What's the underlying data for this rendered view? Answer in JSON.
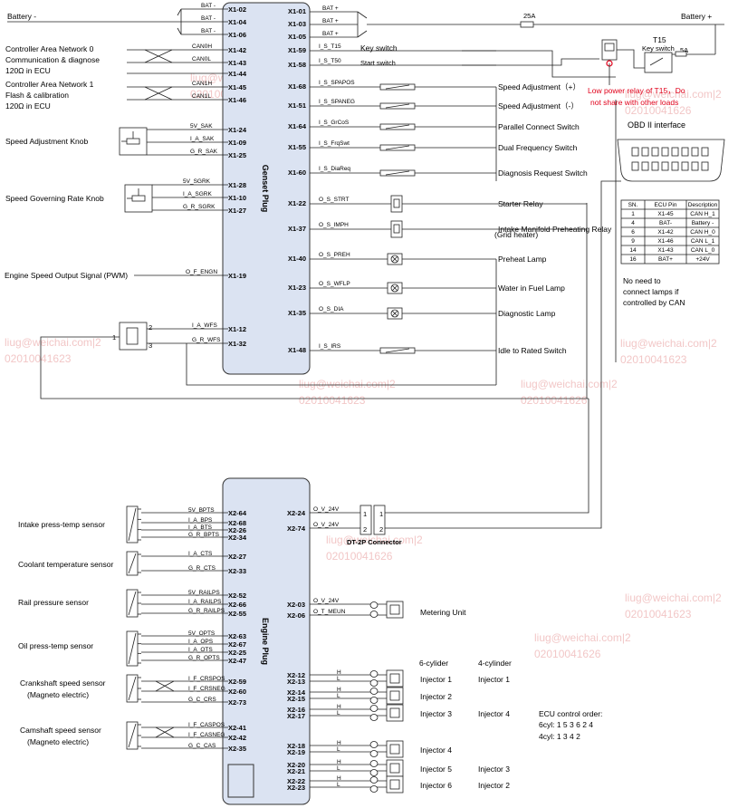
{
  "colors": {
    "plug_fill": "#dbe3f2",
    "wire": "#1f1f1f",
    "warning_red": "#e0001a",
    "watermark": "#f2c7c7"
  },
  "battery": {
    "left_label": "Battery -",
    "right_label": "Battery +",
    "fuse_label": "25A",
    "fuse2_label": "5A"
  },
  "top_left_pins": [
    {
      "signal": "BAT -",
      "pin": "X1-02"
    },
    {
      "signal": "BAT -",
      "pin": "X1-04"
    },
    {
      "signal": "BAT -",
      "pin": "X1-06"
    }
  ],
  "top_right_pins": [
    {
      "pin": "X1-01",
      "signal": "BAT +"
    },
    {
      "pin": "X1-03",
      "signal": "BAT +"
    },
    {
      "pin": "X1-05",
      "signal": "BAT +"
    }
  ],
  "can0": {
    "lines": [
      "Controller Area Network 0",
      "Communication & diagnose",
      "120Ω  in  ECU"
    ],
    "pins": [
      {
        "signal": "CAN0H",
        "pin": "X1-42"
      },
      {
        "signal": "CAN0L",
        "pin": "X1-43"
      },
      {
        "signal": "",
        "pin": "X1-44"
      }
    ]
  },
  "can1": {
    "lines": [
      "Controller Area Network 1",
      "Flash & calibration",
      "120Ω  in  ECU"
    ],
    "pins": [
      {
        "signal": "CAN1H",
        "pin": "X1-45"
      },
      {
        "signal": "CAN1L",
        "pin": "X1-46"
      }
    ]
  },
  "speed_knob": {
    "label": "Speed Adjustment Knob",
    "pins": [
      {
        "signal": "5V_SAK",
        "pin": "X1-24"
      },
      {
        "signal": "I_A_SAK",
        "pin": "X1-09"
      },
      {
        "signal": "G_R_SAK",
        "pin": "X1-25"
      }
    ]
  },
  "governing_knob": {
    "label": "Speed Governing Rate Knob",
    "pins": [
      {
        "signal": "5V_SGRK",
        "pin": "X1-28"
      },
      {
        "signal": "I_A_SGRK",
        "pin": "X1-10"
      },
      {
        "signal": "G_R_SGRK",
        "pin": "X1-27"
      }
    ]
  },
  "engine_speed_out": {
    "label": "Engine Speed Output Signal (PWM)",
    "signal": "O_F_ENGN",
    "pin": "X1-19"
  },
  "wfs": {
    "pins": [
      {
        "signal": "I_A_WFS",
        "pin": "X1-12",
        "num": "2"
      },
      {
        "signal": "G_R_WFS",
        "pin": "X1-32",
        "num": "3"
      }
    ],
    "num1": "1"
  },
  "genset_plug_title": "Genset   Plug",
  "engine_plug_title": "Engine   Plug",
  "genset_right": [
    {
      "pin": "X1-59",
      "signal": "I_S_T15",
      "label": "Key switch"
    },
    {
      "pin": "X1-58",
      "signal": "I_S_T50",
      "label": "Start switch"
    },
    {
      "pin": "X1-68",
      "signal": "I_S_SPAPOS",
      "label": "Speed Adjustment（+）"
    },
    {
      "pin": "X1-51",
      "signal": "I_S_SPANEG",
      "label": "Speed Adjustment（-）"
    },
    {
      "pin": "X1-64",
      "signal": "I_S_GrCoS",
      "label": "Parallel Connect Switch"
    },
    {
      "pin": "X1-55",
      "signal": "I_S_FrqSwt",
      "label": "Dual Frequency Switch"
    },
    {
      "pin": "X1-60",
      "signal": "I_S_DiaReq",
      "label": "Diagnosis Request Switch"
    },
    {
      "pin": "X1-22",
      "signal": "O_S_STRT",
      "label": "Starter Relay"
    },
    {
      "pin": "X1-37",
      "signal": "O_S_IMPH",
      "label": "Intake Manifold Preheating Relay",
      "label2": "(Grid heater)"
    },
    {
      "pin": "X1-40",
      "signal": "O_S_PREH",
      "label": "Preheat Lamp"
    },
    {
      "pin": "X1-23",
      "signal": "O_S_WFLP",
      "label": "Water in Fuel Lamp"
    },
    {
      "pin": "X1-35",
      "signal": "O_S_DIA",
      "label": "Diagnostic Lamp"
    },
    {
      "pin": "X1-48",
      "signal": "I_S_IRS",
      "label": "Idle to Rated Switch"
    }
  ],
  "t15": {
    "title": "T15",
    "subtitle": "Key switch",
    "warning_line1": "Low power relay of  T15，Do",
    "warning_line2": "not share with other loads"
  },
  "obd": {
    "title": "OBD II interface",
    "table_headers": [
      "SN.",
      "ECU Pin",
      "Description"
    ],
    "table_rows": [
      [
        "1",
        "X1-45",
        "CAN H_1"
      ],
      [
        "4",
        "BAT-",
        "Battery -"
      ],
      [
        "6",
        "X1-42",
        "CAN H_0"
      ],
      [
        "9",
        "X1-46",
        "CAN L_1"
      ],
      [
        "14",
        "X1-43",
        "CAN L_0"
      ],
      [
        "16",
        "BAT+",
        "+24V"
      ]
    ],
    "note": [
      "No need to",
      "connect lamps if",
      "controlled by CAN"
    ]
  },
  "engine_left_groups": [
    {
      "label": "Intake press-temp sensor",
      "pins": [
        {
          "signal": "5V_BPTS",
          "pin": "X2-64"
        },
        {
          "signal": "I_A_BPS",
          "pin": "X2-68"
        },
        {
          "signal": "I_A_BTS",
          "pin": "X2-26"
        },
        {
          "signal": "G_R_BPTS",
          "pin": "X2-34"
        }
      ]
    },
    {
      "label": "Coolant temperature sensor",
      "pins": [
        {
          "signal": "I_A_CTS",
          "pin": "X2-27"
        },
        {
          "signal": "G_R_CTS",
          "pin": "X2-33"
        }
      ]
    },
    {
      "label": "Rail pressure sensor",
      "pins": [
        {
          "signal": "5V_RAILPS",
          "pin": "X2-52"
        },
        {
          "signal": "I_A_RAILPS",
          "pin": "X2-66"
        },
        {
          "signal": "G_R_RAILPS",
          "pin": "X2-55"
        }
      ]
    },
    {
      "label": "Oil press-temp sensor",
      "pins": [
        {
          "signal": "5V_OPTS",
          "pin": "X2-63"
        },
        {
          "signal": "I_A_OPS",
          "pin": "X2-67"
        },
        {
          "signal": "I_A_OTS",
          "pin": "X2-25"
        },
        {
          "signal": "G_R_OPTS",
          "pin": "X2-47"
        }
      ]
    },
    {
      "label": "Crankshaft speed sensor",
      "label2": "(Magneto electric)",
      "pins": [
        {
          "signal": "I_F_CRSPOS",
          "pin": "X2-59"
        },
        {
          "signal": "I_F_CRSNEG",
          "pin": "X2-60"
        },
        {
          "signal": "G_C_CRS",
          "pin": "X2-73"
        }
      ]
    },
    {
      "label": "Camshaft speed sensor",
      "label2": "(Magneto electric)",
      "pins": [
        {
          "signal": "I_F_CASPOS",
          "pin": "X2-41"
        },
        {
          "signal": "I_F_CASNEG",
          "pin": "X2-42"
        },
        {
          "signal": "G_C_CAS",
          "pin": "X2-35"
        }
      ]
    }
  ],
  "engine_right_top": [
    {
      "pin": "X2-24",
      "signal": "O_V_24V"
    },
    {
      "pin": "X2-74",
      "signal": "O_V_24V"
    }
  ],
  "dt2p": {
    "label": "DT-2P Connector",
    "p1": "1",
    "p2": "2"
  },
  "metering": {
    "pins": [
      {
        "pin": "X2-03",
        "signal": "O_V_24V"
      },
      {
        "pin": "X2-06",
        "signal": "O_T_MEUN"
      }
    ],
    "label": "Metering Unit"
  },
  "injector_headers": {
    "six": "6-cylider",
    "four": "4-cylinder"
  },
  "injectors": [
    {
      "pins": [
        "X2-12",
        "X2-13"
      ],
      "six": "Injector 1",
      "four": "Injector 1"
    },
    {
      "pins": [
        "X2-14",
        "X2-15"
      ],
      "six": "Injector 2",
      "four": ""
    },
    {
      "pins": [
        "X2-16",
        "X2-17"
      ],
      "six": "Injector 3",
      "four": "Injector 4"
    },
    {
      "pins": [
        "X2-18",
        "X2-19"
      ],
      "six": "Injector 4",
      "four": ""
    },
    {
      "pins": [
        "X2-20",
        "X2-21"
      ],
      "six": "Injector 5",
      "four": "Injector 3"
    },
    {
      "pins": [
        "X2-22",
        "X2-23"
      ],
      "six": "Injector 6",
      "four": "Injector 2"
    }
  ],
  "hl": {
    "h": "H",
    "l": "L"
  },
  "ecu_order": {
    "title": "ECU control order:",
    "six": "6cyl:  1 5 3 6 2 4",
    "four": "4cyl:   1 3 4 2"
  },
  "watermarks": [
    "liug@weichai.com|2",
    "02010041623",
    "liug@weichai.com|2",
    "02010041623",
    "liug@weichai.com|2",
    "02010041626",
    "liug@weichai.com|2",
    "02010041623",
    "liug@weichai.com|2",
    "02010041623",
    "liug@weichai.com|2",
    "02010041626",
    "liug@weichai.com|2",
    "02010041626",
    "liug@weichai.com|2",
    "02010041623",
    "liug@weichai.com|2",
    "02010041626"
  ]
}
